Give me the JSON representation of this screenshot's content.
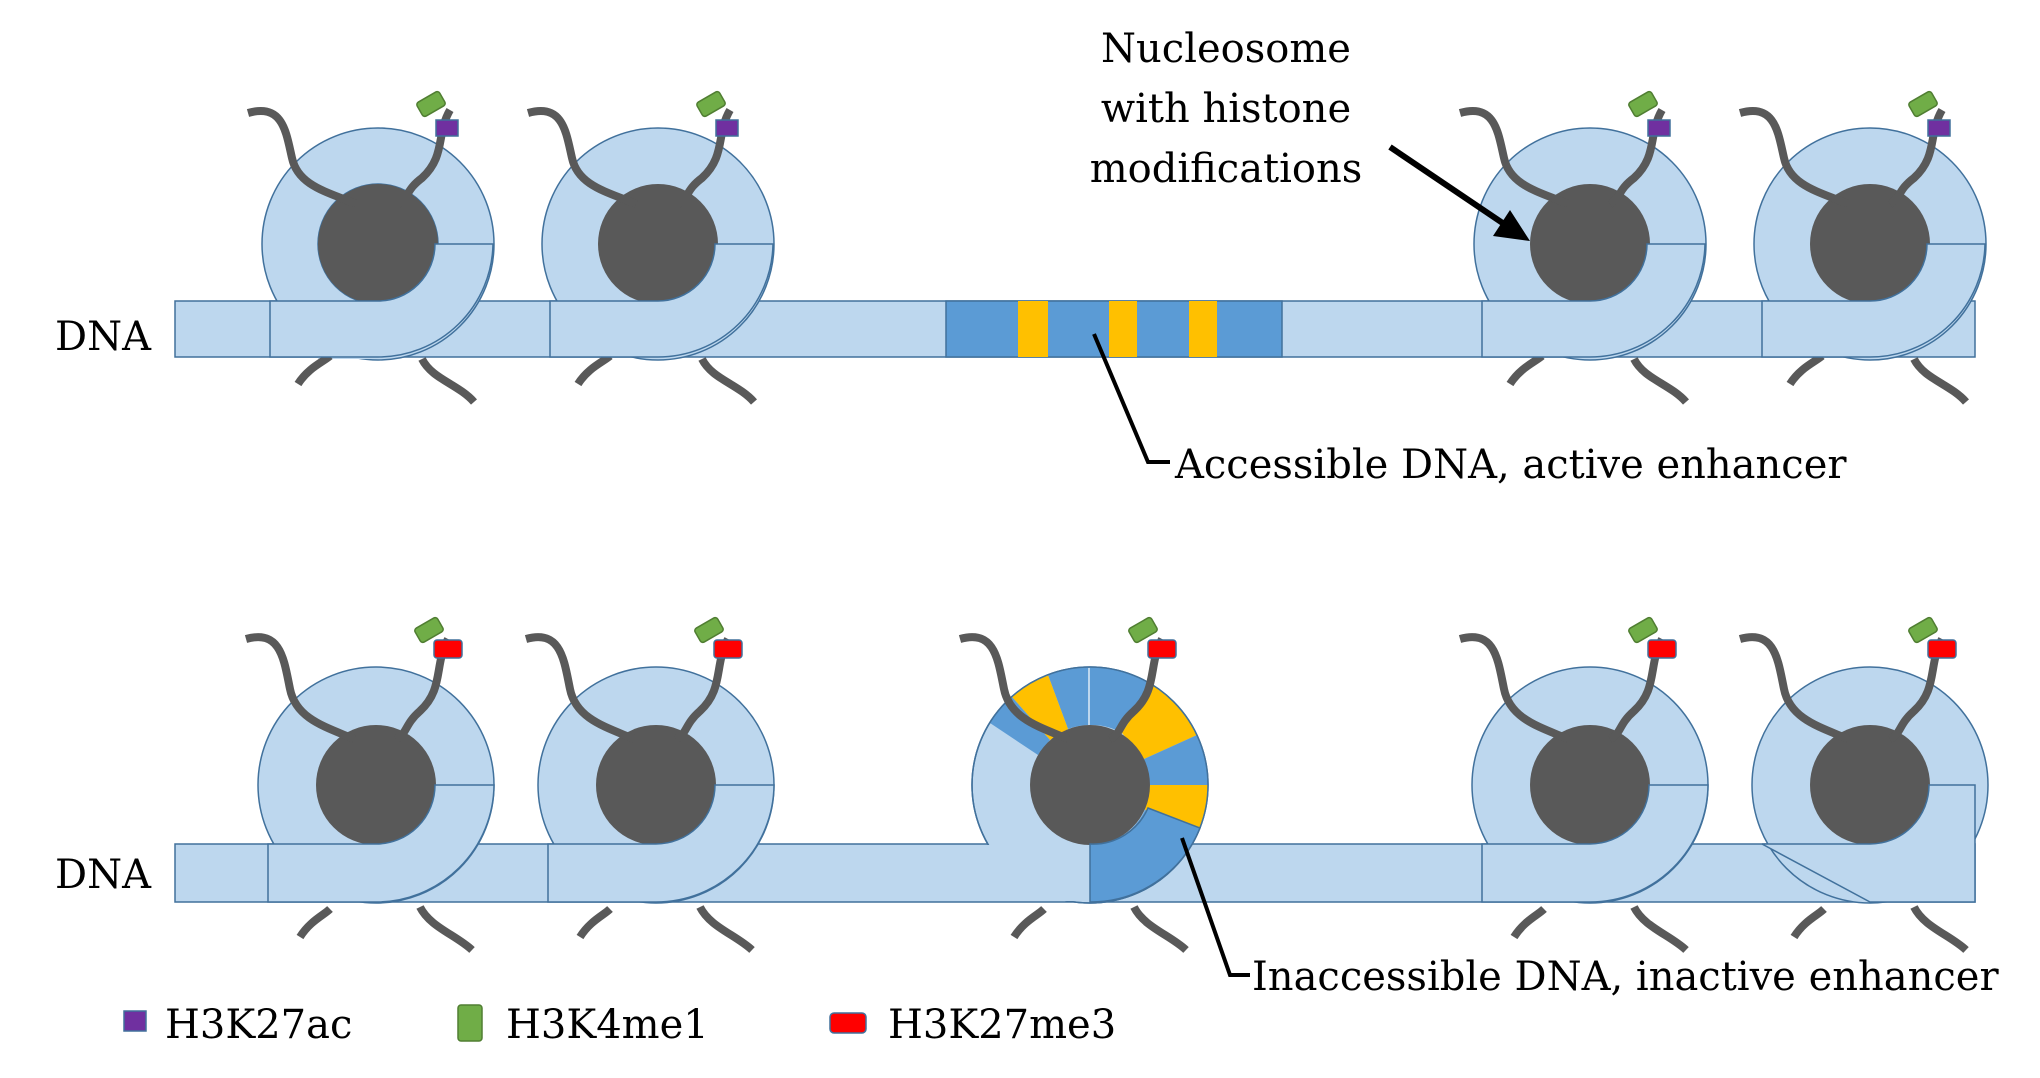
{
  "labels": {
    "top_dna": "DNA",
    "bottom_dna": "DNA",
    "nucleosome_line1": "Nucleosome",
    "nucleosome_line2": "with histone",
    "nucleosome_line3": "modifications",
    "accessible": "Accessible DNA, active enhancer",
    "inaccessible": "Inaccessible DNA, inactive enhancer"
  },
  "legend": [
    {
      "label": "H3K27ac",
      "color": "#7030a0"
    },
    {
      "label": "H3K4me1",
      "color": "#70ad47"
    },
    {
      "label": "H3K27me3",
      "color": "#ff0000"
    }
  ],
  "colors": {
    "dna": "#bdd7ee",
    "dna_stroke": "#41719c",
    "enhancer_blue": "#5b9bd5",
    "enhancer_yellow": "#ffc000",
    "histone_core": "#595959",
    "tail": "#595959",
    "text": "#000000"
  }
}
